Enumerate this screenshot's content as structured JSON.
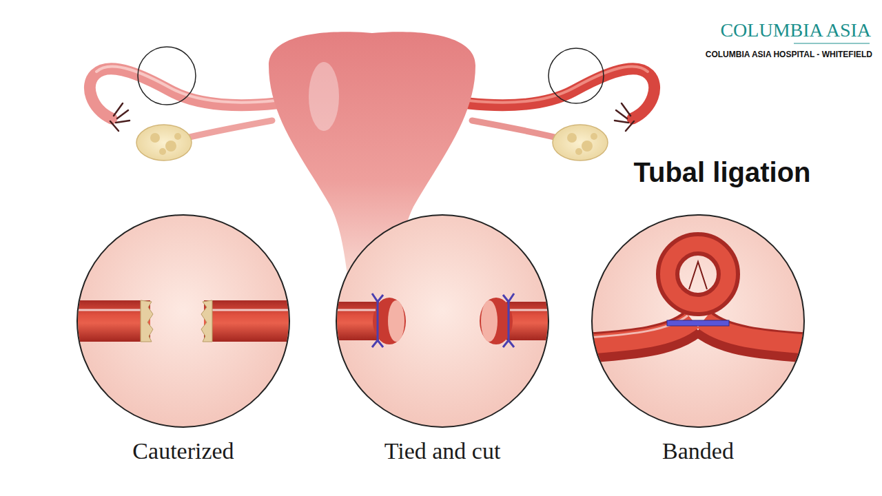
{
  "diagram": {
    "title": "Tubal ligation",
    "labels": [
      "COLUMBIA ASIA",
      "COLUMBIA ASIA HOSPITAL - WHITEFIELD",
      "Cauterized",
      "Tied and cut",
      "Banded"
    ]
  }
}
